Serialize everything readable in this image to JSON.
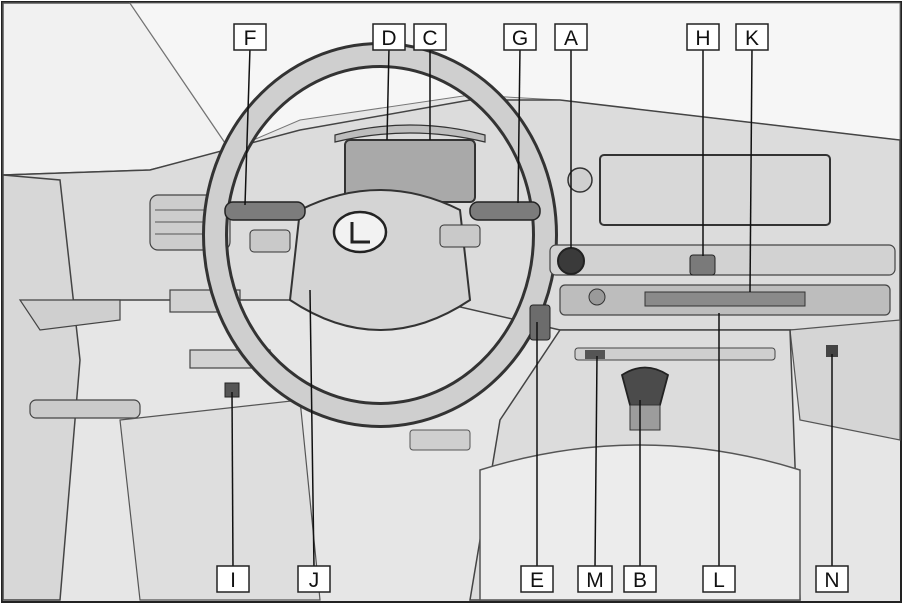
{
  "labels": {
    "F": "F",
    "D": "D",
    "C": "C",
    "G": "G",
    "A": "A",
    "H": "H",
    "K": "K",
    "I": "I",
    "J": "J",
    "E": "E",
    "M": "M",
    "B": "B",
    "L": "L",
    "N": "N"
  },
  "colors": {
    "background_tone": "#e4e4e4",
    "line": "#3a3a3a",
    "label_box_fill": "#ffffff"
  }
}
